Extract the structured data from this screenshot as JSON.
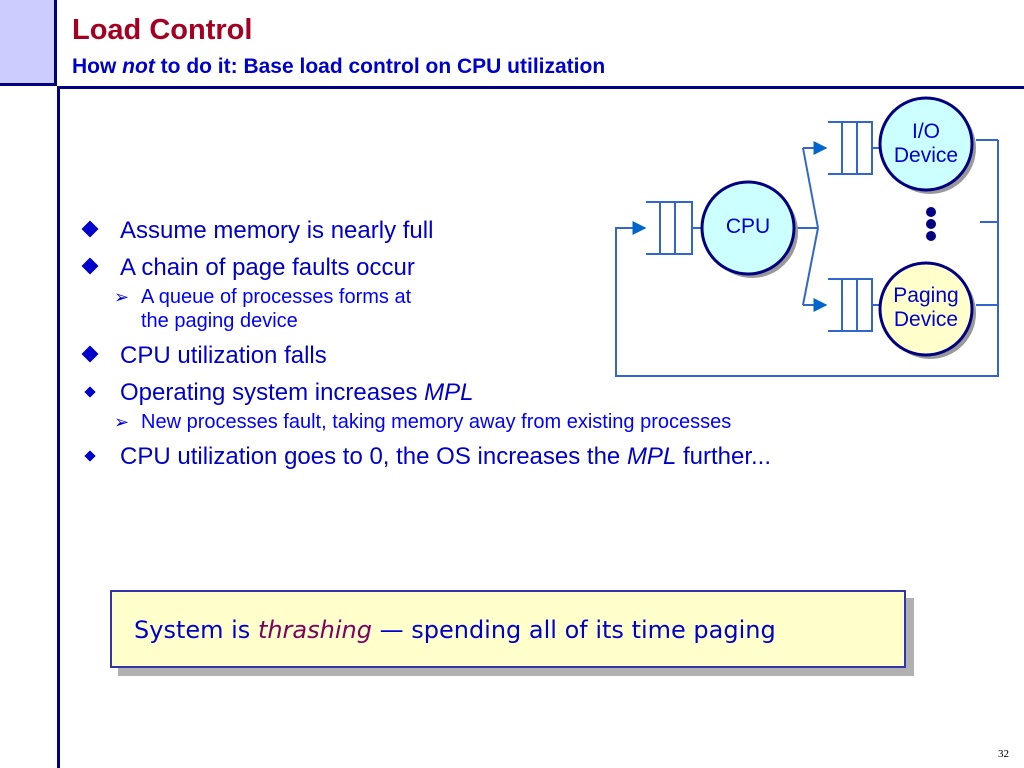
{
  "slide": {
    "title": "Load Control",
    "subtitle": {
      "prefix": "How ",
      "emphasis": "not",
      "suffix": " to do it: Base load control on CPU utilization"
    },
    "page_number": "32"
  },
  "bullets": [
    {
      "text": "Assume memory is nearly full"
    },
    {
      "text": "A chain of page faults occur",
      "sub": {
        "line1": "A queue of processes forms at",
        "line2": "the paging device"
      }
    },
    {
      "text": "CPU utilization falls"
    },
    {
      "prefix": "Operating system increases ",
      "italic": "MPL",
      "sub": {
        "line1": "New processes fault, taking memory away from existing processes"
      }
    },
    {
      "prefix": "CPU utilization goes to 0, the OS increases the ",
      "italic": "MPL",
      "suffix": " further..."
    }
  ],
  "callout": {
    "prefix": "System is ",
    "keyword": "thrashing",
    "suffix": " — spending all of its time paging"
  },
  "diagram": {
    "cpu_label": "CPU",
    "io_label": {
      "line1": "I/O",
      "line2": "Device"
    },
    "paging_label": {
      "line1": "Paging",
      "line2": "Device"
    }
  },
  "colors": {
    "title": "#a50021",
    "text": "#0000cc",
    "cpu_fill": "#ccffff",
    "io_fill": "#ccffff",
    "paging_fill": "#ffffcc",
    "callout_fill": "#ffffcc"
  }
}
